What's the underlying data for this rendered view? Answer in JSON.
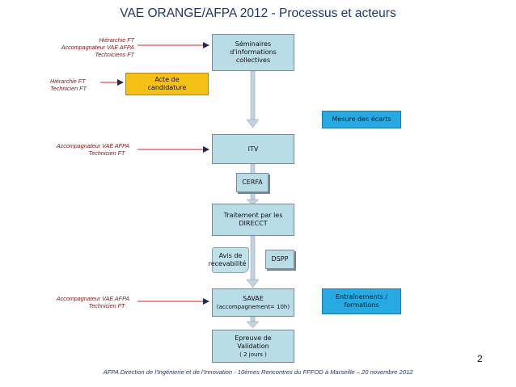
{
  "title": "VAE ORANGE/AFPA 2012 - Processus et acteurs",
  "actors": {
    "a1": [
      "Hiérarchie FT",
      "Accompagnateur VAE AFPA",
      "Techniciens FT"
    ],
    "a2": [
      "Hiérarchie FT",
      "Technicien FT"
    ],
    "a3": [
      "Accompagnateur VAE AFPA",
      "Technicien FT"
    ],
    "a4": [
      "Accompagnateur VAE AFPA",
      "Technicien FT"
    ]
  },
  "steps": {
    "seminaires": [
      "Séminaires",
      "d'informations",
      "collectives"
    ],
    "acte": [
      "Acte de",
      "candidature"
    ],
    "mesure": "Mesure des écarts",
    "itv": "ITV",
    "cerfa": "CERFA",
    "traitement": [
      "Traitement par les",
      "DIRECCT"
    ],
    "avis": [
      "Avis de",
      "recevabilité"
    ],
    "dspp": "DSPP",
    "savae": [
      "SAVAE",
      "(accompagnement= 10h)"
    ],
    "entrainements": [
      "Entraînements /",
      "formations"
    ],
    "epreuve": [
      "Epreuve de",
      "Validation",
      "( 2 jours )"
    ]
  },
  "colors": {
    "title": "#1f3864",
    "actor_text": "#7a1b1b",
    "arrow_red": "#c0282d",
    "step_blue": "#b9dde7",
    "step_orange": "#f5c016",
    "step_sky": "#27aae1"
  },
  "footer": "AFPA Direction de l'Ingénierie et de l'Innovation - 10èmes Rencontres du FFFOD à Marseille  – 20 novembre 2012",
  "page_number": "2"
}
